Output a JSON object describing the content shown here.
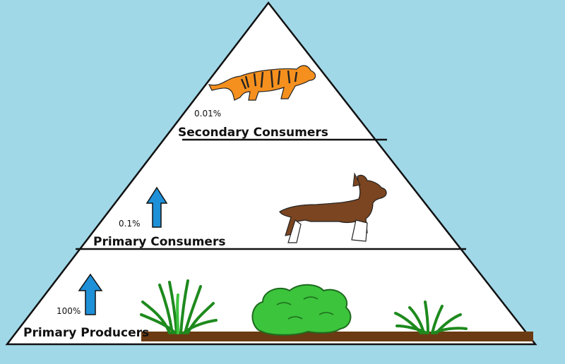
{
  "pyramid": {
    "levels": [
      {
        "label": "Secondary Consumers",
        "percent": "0.01%",
        "organism": "tiger"
      },
      {
        "label": "Primary Consumers",
        "percent": "0.1%",
        "organism": "dog"
      },
      {
        "label": "Primary Producers",
        "percent": "100%",
        "organism": "plants"
      }
    ]
  },
  "colors": {
    "background": "#a0d8e8",
    "pyramid_fill": "#ffffff",
    "outline": "#111111",
    "arrow": "#1e90d8",
    "soil": "#6b3a12",
    "plant_green": "#2db82d",
    "bush_green": "#3cc43c",
    "tiger_orange": "#f5901e",
    "dog_brown": "#7a4520"
  }
}
